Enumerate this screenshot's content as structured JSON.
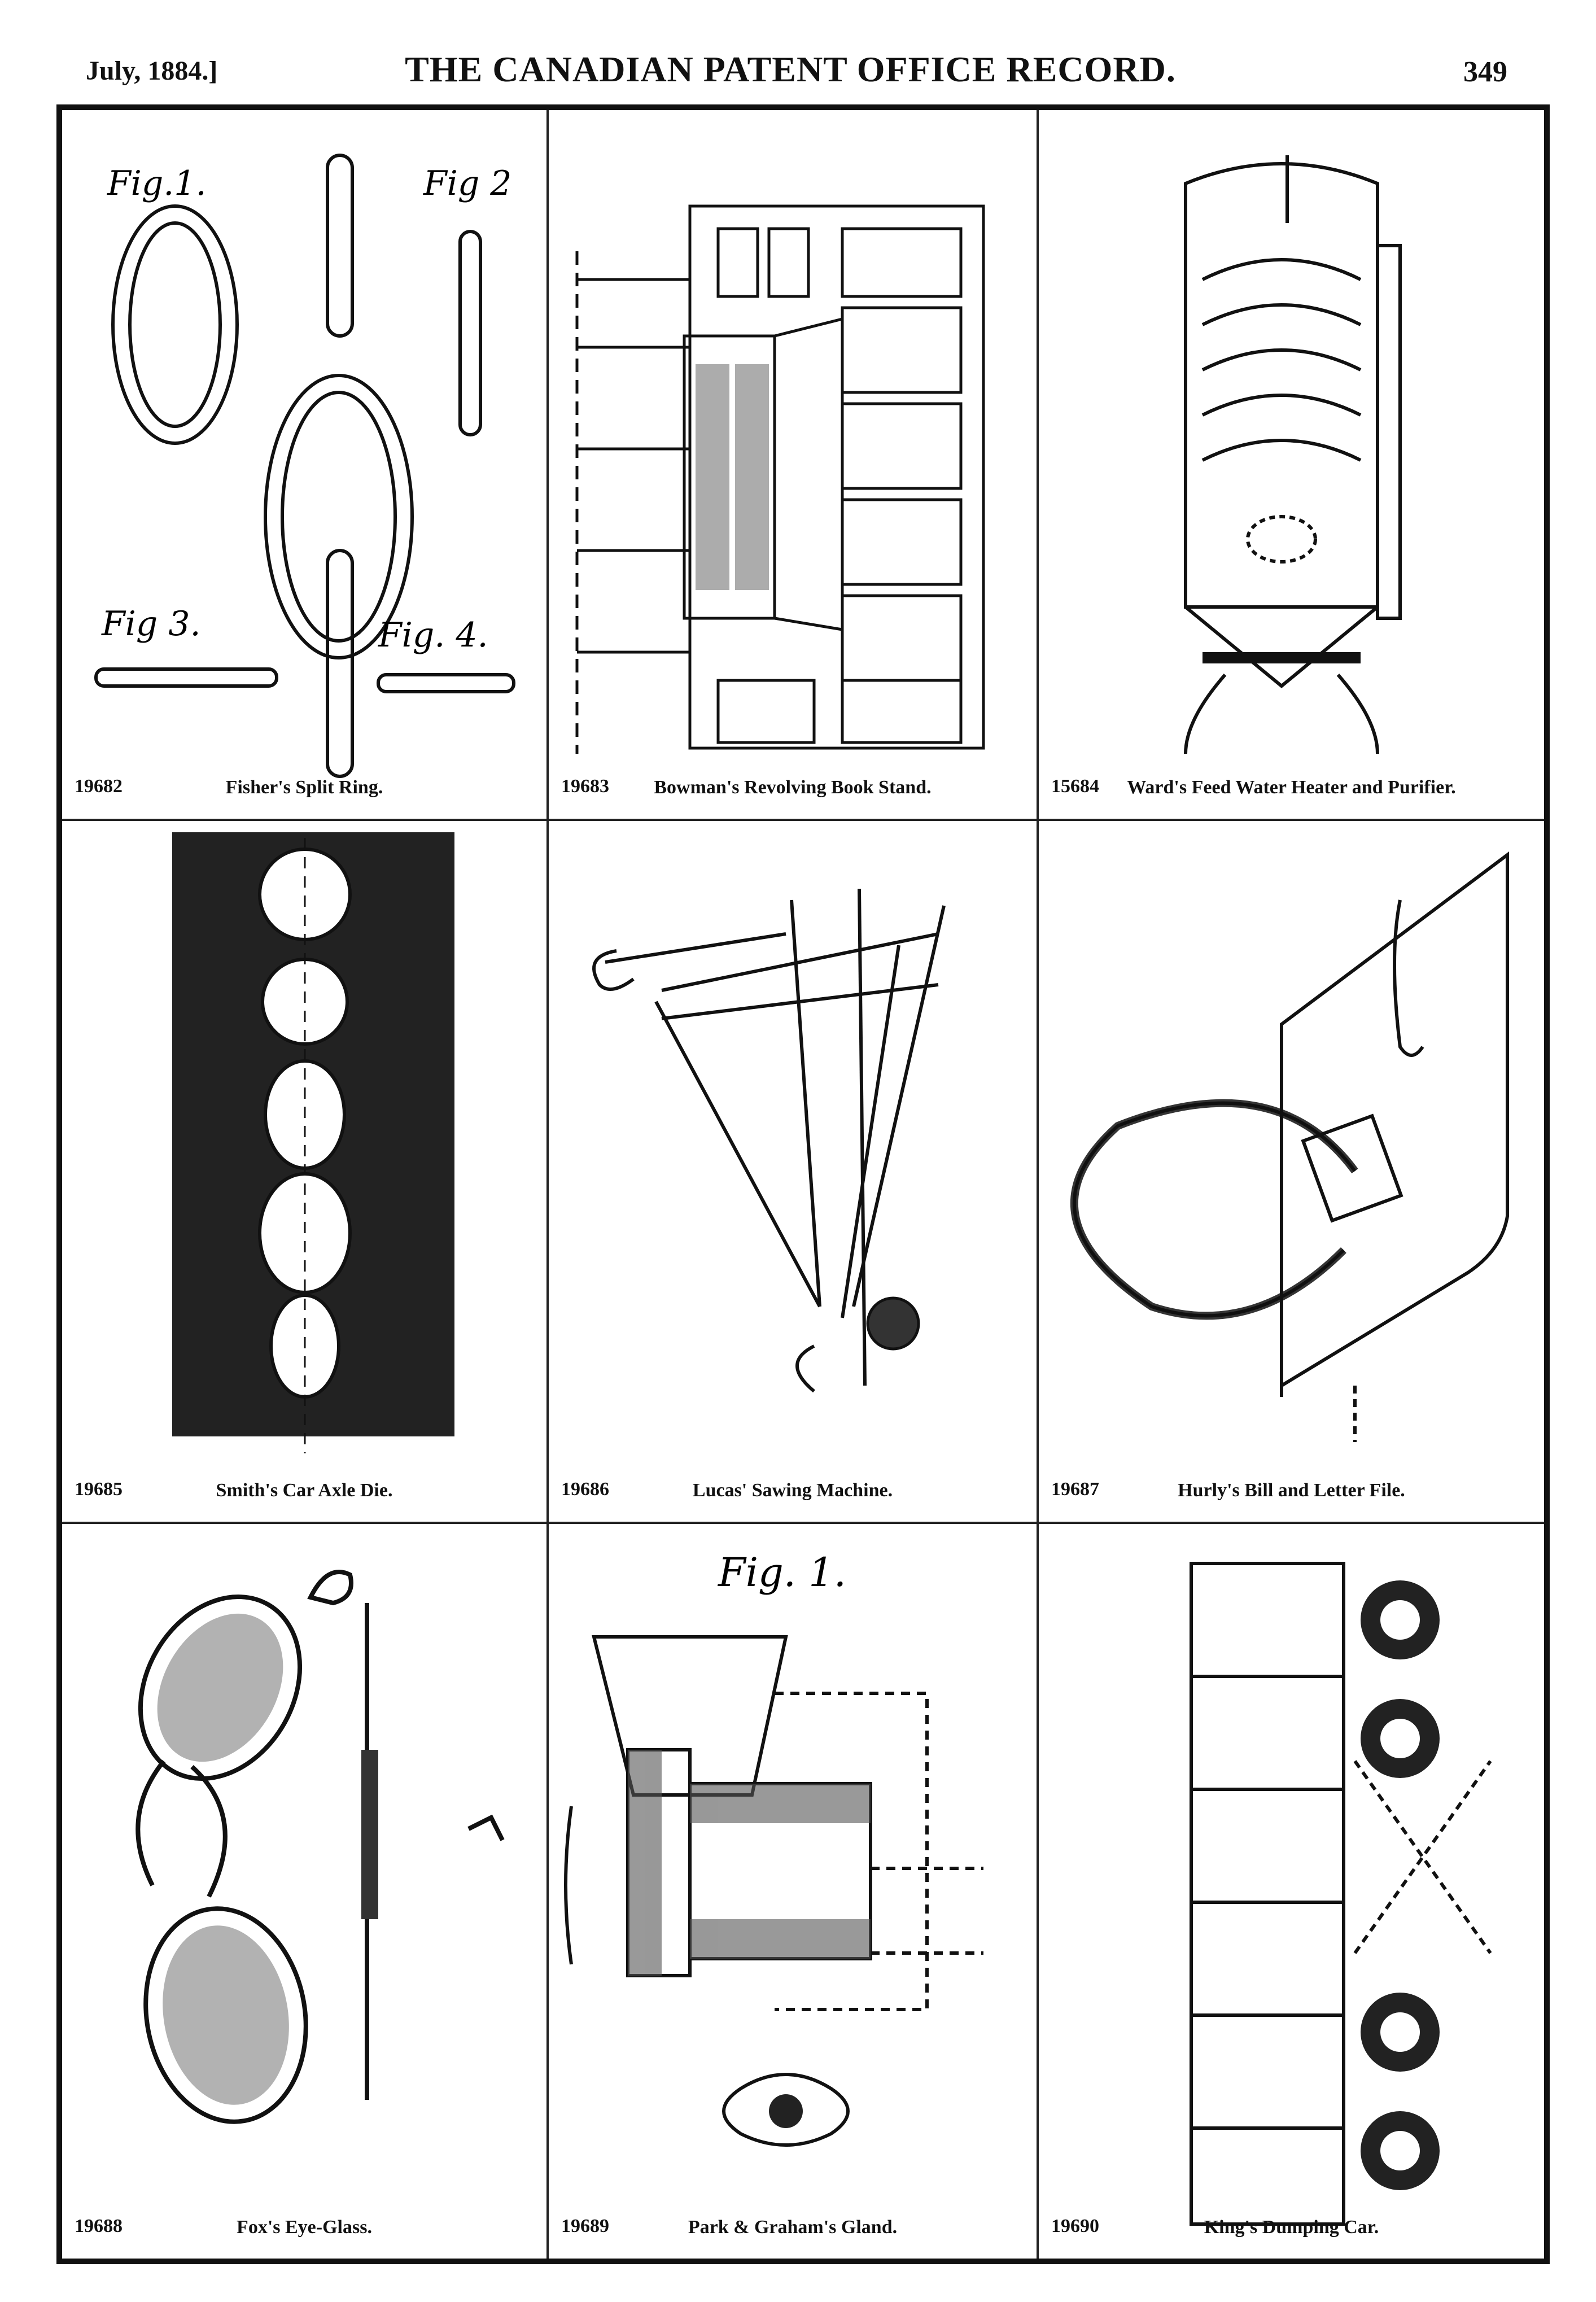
{
  "header": {
    "date": "July, 1884.]",
    "title": "THE CANADIAN PATENT OFFICE RECORD.",
    "page_number": "349"
  },
  "figures": [
    {
      "number": "19682",
      "title": "Fisher's Split Ring.",
      "labels": [
        "Fig.1.",
        "Fig 2",
        "Fig 3.",
        "Fig. 4."
      ]
    },
    {
      "number": "19683",
      "title": "Bowman's Revolving Book Stand."
    },
    {
      "number": "15684",
      "title": "Ward's Feed Water Heater and Purifier."
    },
    {
      "number": "19685",
      "title": "Smith's Car Axle Die."
    },
    {
      "number": "19686",
      "title": "Lucas' Sawing Machine."
    },
    {
      "number": "19687",
      "title": "Hurly's Bill and Letter File."
    },
    {
      "number": "19688",
      "title": "Fox's Eye-Glass."
    },
    {
      "number": "19689",
      "title": "Park & Graham's Gland.",
      "labels": [
        "Fig. 1."
      ]
    },
    {
      "number": "19690",
      "title": "King's Dumping Car."
    }
  ],
  "colors": {
    "ink": "#111111",
    "paper": "#ffffff"
  }
}
